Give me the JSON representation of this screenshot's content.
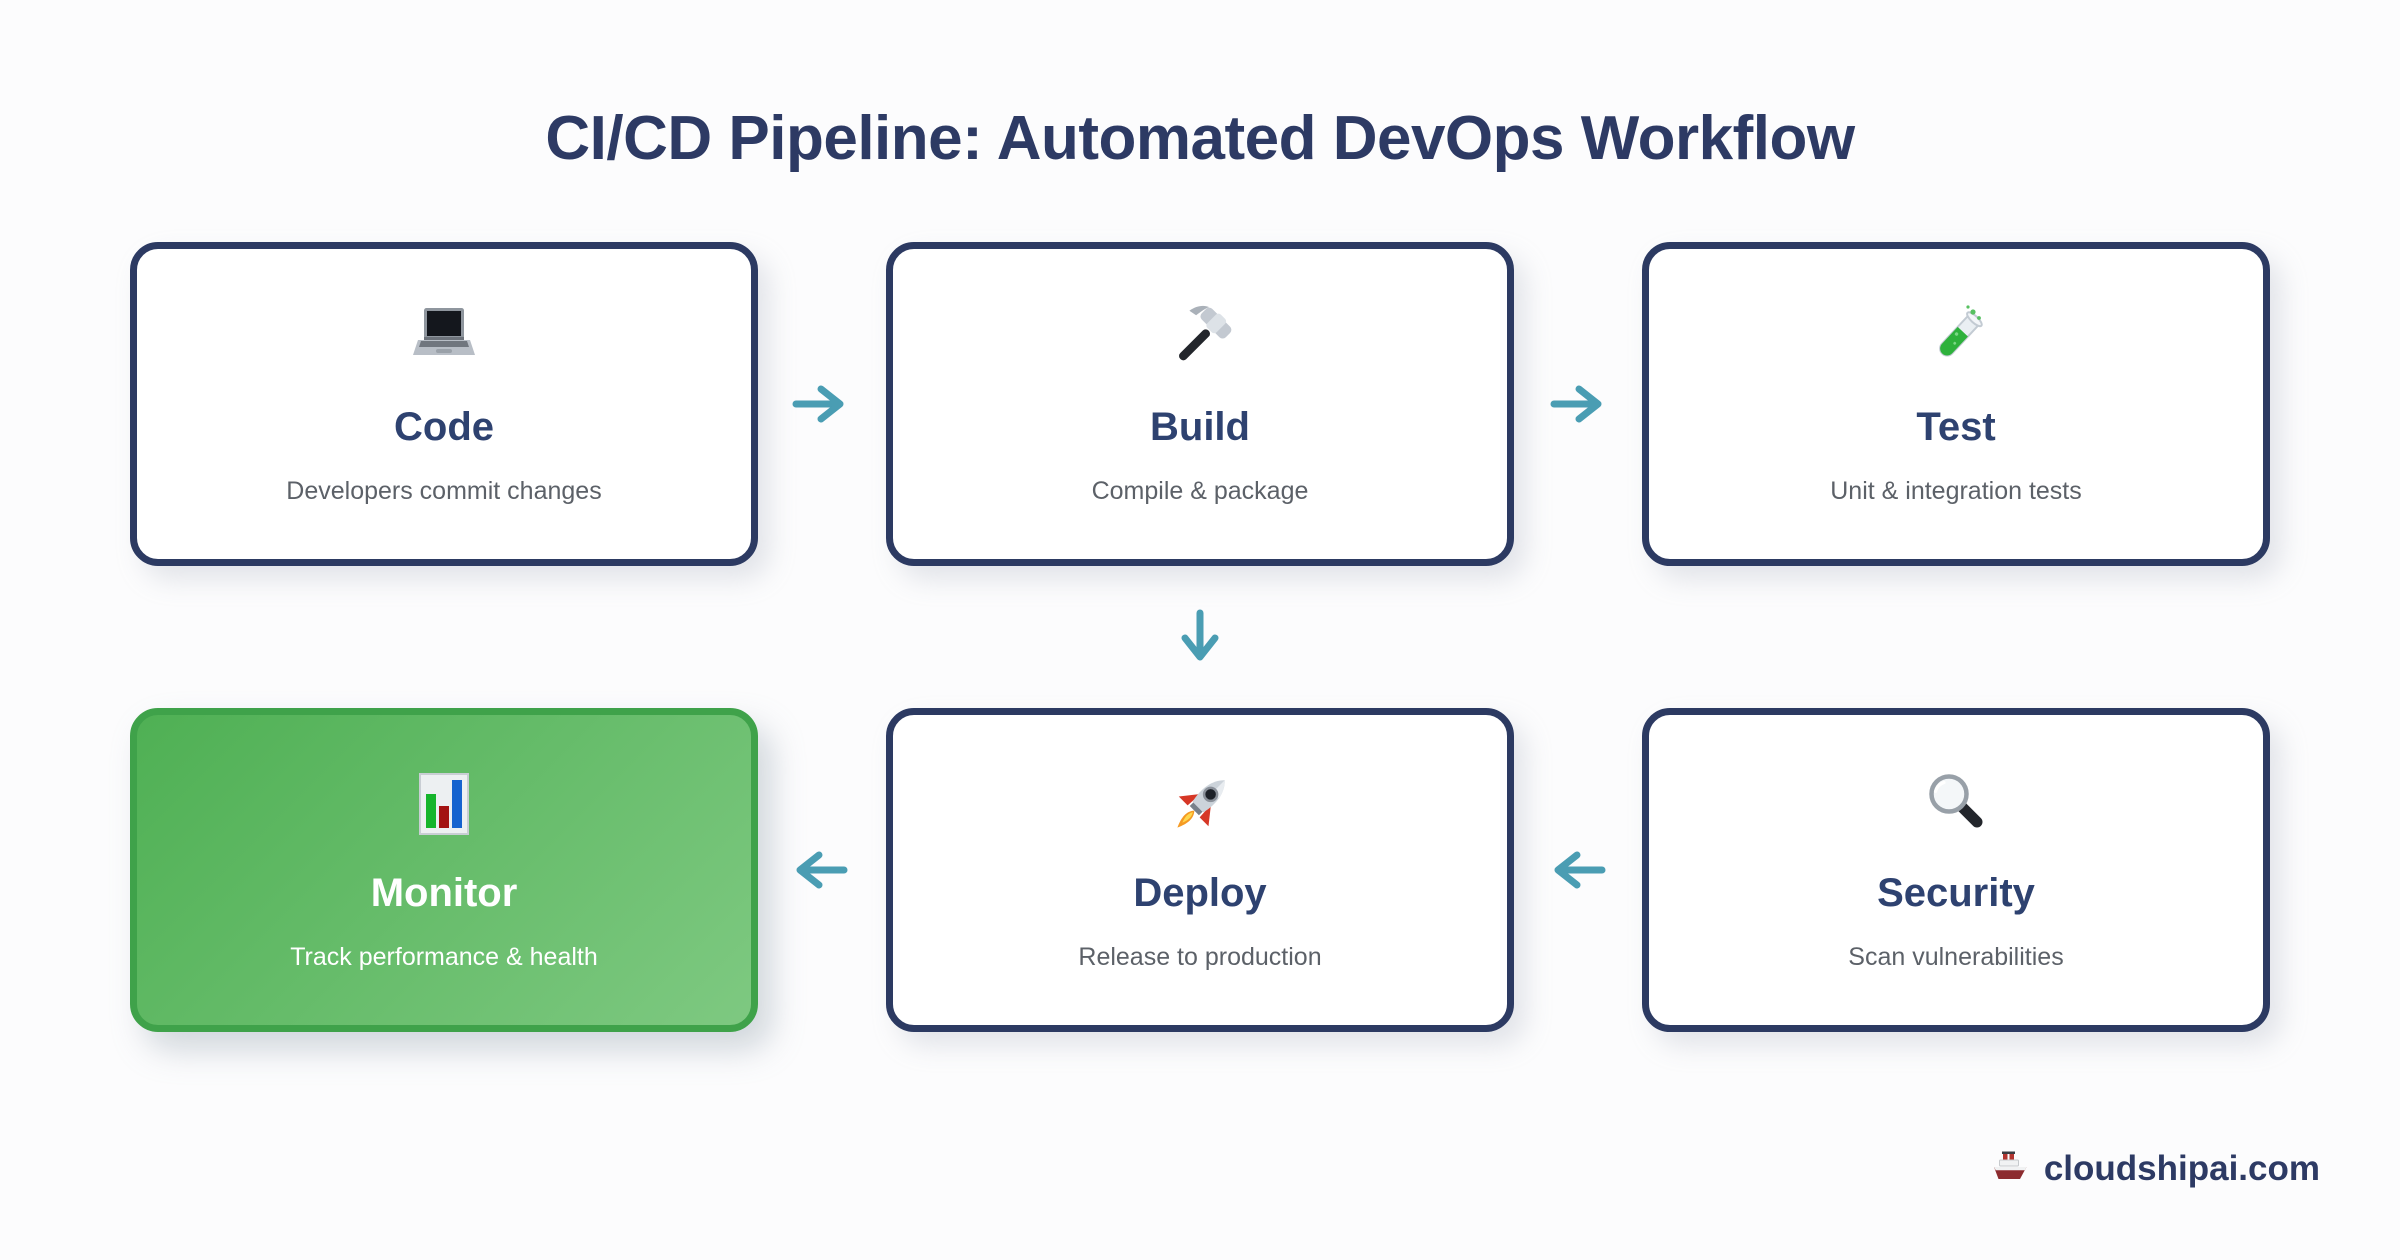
{
  "title": "CI/CD Pipeline: Automated DevOps Workflow",
  "stages": [
    {
      "title": "Code",
      "subtitle": "Developers commit changes",
      "icon": "laptop-icon",
      "state": "default",
      "row": 1,
      "col": 1
    },
    {
      "title": "Build",
      "subtitle": "Compile & package",
      "icon": "hammer-icon",
      "state": "default",
      "row": 1,
      "col": 2
    },
    {
      "title": "Test",
      "subtitle": "Unit & integration tests",
      "icon": "test-tube-icon",
      "state": "default",
      "row": 1,
      "col": 3
    },
    {
      "title": "Monitor",
      "subtitle": "Track performance & health",
      "icon": "bar-chart-icon",
      "state": "highlighted",
      "row": 2,
      "col": 1
    },
    {
      "title": "Deploy",
      "subtitle": "Release to production",
      "icon": "rocket-icon",
      "state": "default",
      "row": 2,
      "col": 2
    },
    {
      "title": "Security",
      "subtitle": "Scan vulnerabilities",
      "icon": "magnifying-glass-icon",
      "state": "default",
      "row": 2,
      "col": 3
    }
  ],
  "flow_arrows": [
    {
      "from": "Code",
      "to": "Build",
      "direction": "right"
    },
    {
      "from": "Build",
      "to": "Test",
      "direction": "right"
    },
    {
      "from": "Build",
      "to": "Deploy",
      "direction": "down"
    },
    {
      "from": "Security",
      "to": "Deploy",
      "direction": "left"
    },
    {
      "from": "Deploy",
      "to": "Monitor",
      "direction": "left"
    }
  ],
  "footer": {
    "brand": "cloudshipai.com",
    "icon": "ship-icon"
  },
  "colors": {
    "title_navy": "#2d3a64",
    "card_border_navy": "#2c3a62",
    "arrow_teal": "#4a9db3",
    "subtitle_gray": "#5c6168",
    "highlight_green_start": "#4fb054",
    "highlight_green_end": "#7ec981",
    "highlight_green_border": "#3fa24a",
    "card_background": "#ffffff",
    "page_background": "#fcfcfd"
  }
}
